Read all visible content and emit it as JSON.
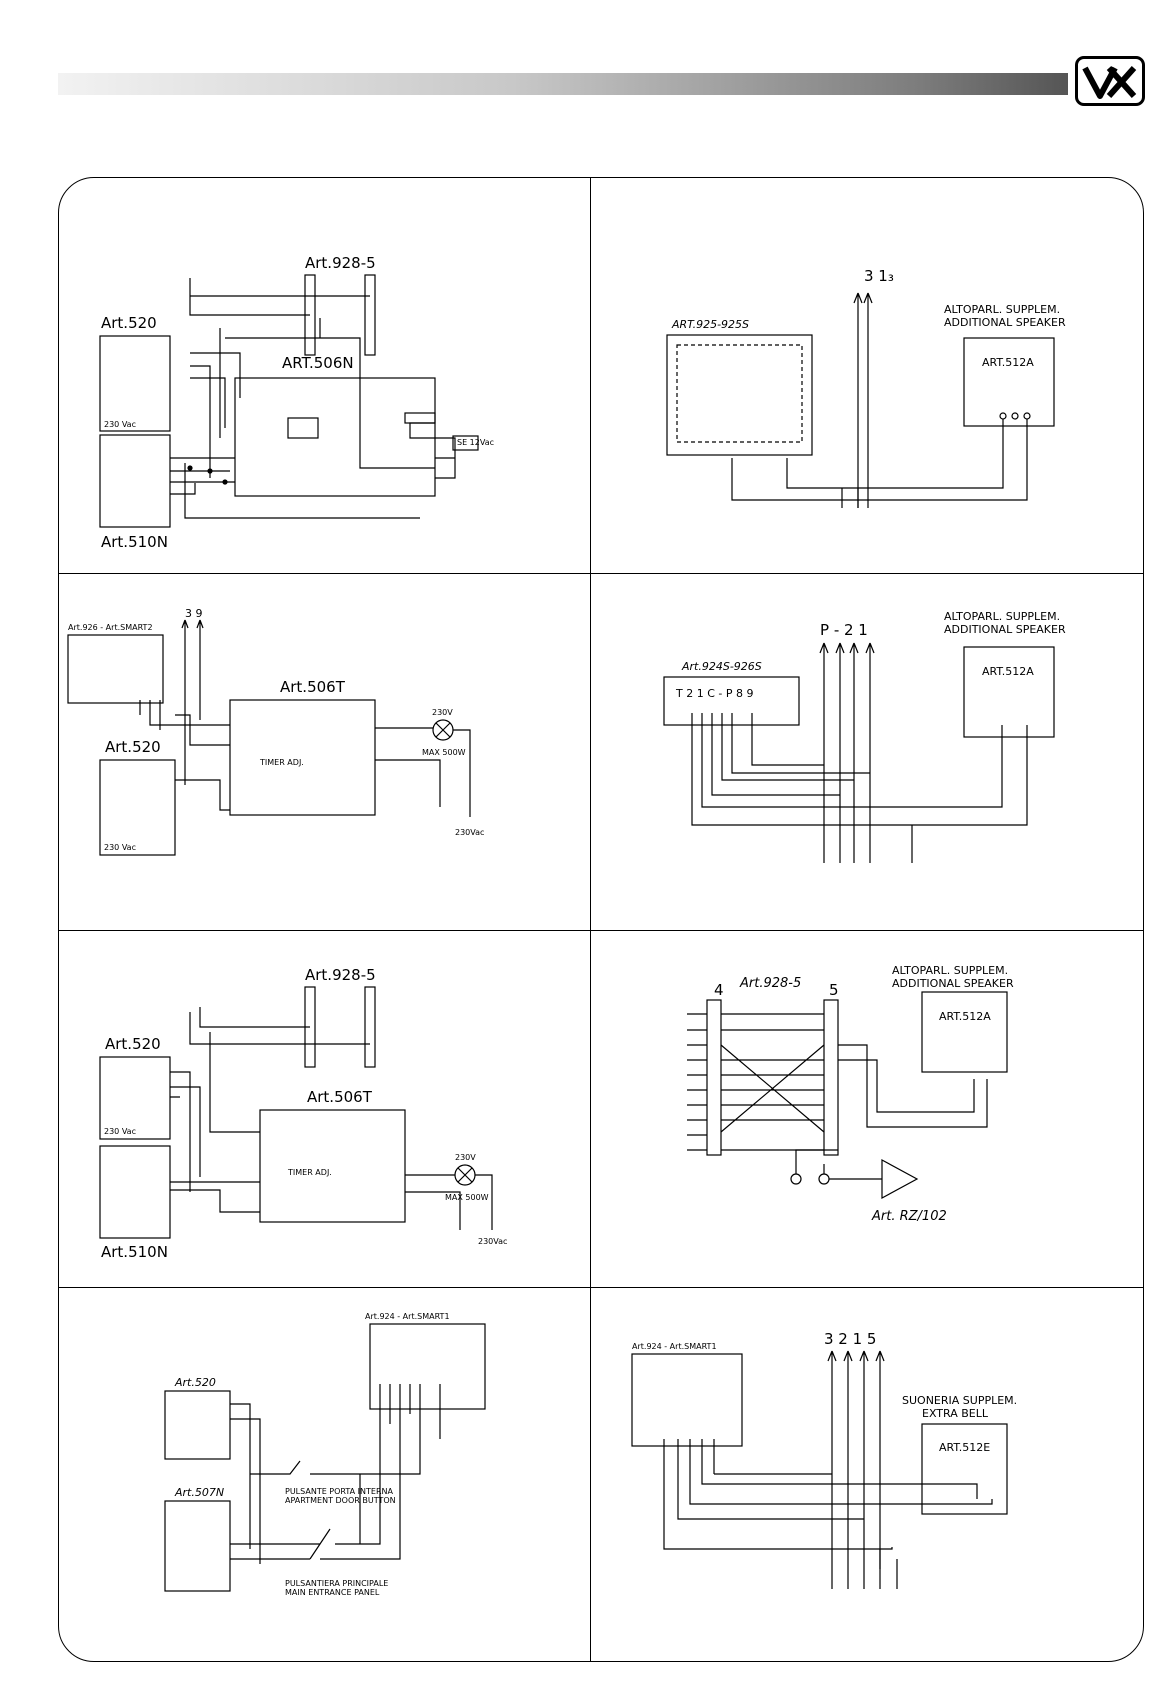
{
  "logo": {
    "text": "VX"
  },
  "panels": [
    {
      "labels": {
        "top": "Art.928-5",
        "left_top": "Art.520",
        "relay": "ART.506N",
        "left_bottom": "Art.510N",
        "supply": "230 Vac",
        "lock": "SE 12Vac"
      }
    },
    {
      "labels": {
        "phone": "ART.925-925S",
        "wires": "3 1₃",
        "speaker_title1": "ALTOPARL. SUPPLEM.",
        "speaker_title2": "ADDITIONAL SPEAKER",
        "speaker": "ART.512A"
      }
    },
    {
      "labels": {
        "phone": "Art.926 - Art.SMART2",
        "wires": "3 9",
        "supply_label": "Art.520",
        "relay": "Art.506T",
        "supply": "230 Vac",
        "timer": "TIMER ADJ.",
        "lamp_v": "230V",
        "lamp_w": "MAX 500W",
        "out": "230Vac"
      }
    },
    {
      "labels": {
        "phone": "Art.924S-926S",
        "wires": "P - 2 1",
        "terminals": "T 2 1 C - P 8 9",
        "speaker_title1": "ALTOPARL. SUPPLEM.",
        "speaker_title2": "ADDITIONAL SPEAKER",
        "speaker": "ART.512A"
      }
    },
    {
      "labels": {
        "top": "Art.928-5",
        "left_top": "Art.520",
        "relay": "Art.506T",
        "left_bottom": "Art.510N",
        "supply": "230 Vac",
        "timer": "TIMER ADJ.",
        "lamp_v": "230V",
        "lamp_w": "MAX 500W",
        "out": "230Vac"
      }
    },
    {
      "labels": {
        "left_num": "4",
        "title": "Art.928-5",
        "right_num": "5",
        "speaker_title1": "ALTOPARL. SUPPLEM.",
        "speaker_title2": "ADDITIONAL SPEAKER",
        "speaker": "ART.512A",
        "relay": "Art. RZ/102"
      }
    },
    {
      "labels": {
        "phone": "Art.924 - Art.SMART1",
        "supply_label": "Art.520",
        "bottom_label": "Art.507N",
        "btn1_a": "PULSANTE PORTA INTERNA",
        "btn1_b": "APARTMENT DOOR BUTTON",
        "btn2_a": "PULSANTIERA PRINCIPALE",
        "btn2_b": "MAIN ENTRANCE PANEL"
      }
    },
    {
      "labels": {
        "phone": "Art.924 - Art.SMART1",
        "wires": "3 2 1 5",
        "bell_title1": "SUONERIA SUPPLEM.",
        "bell_title2": "EXTRA BELL",
        "bell": "ART.512E"
      }
    }
  ]
}
